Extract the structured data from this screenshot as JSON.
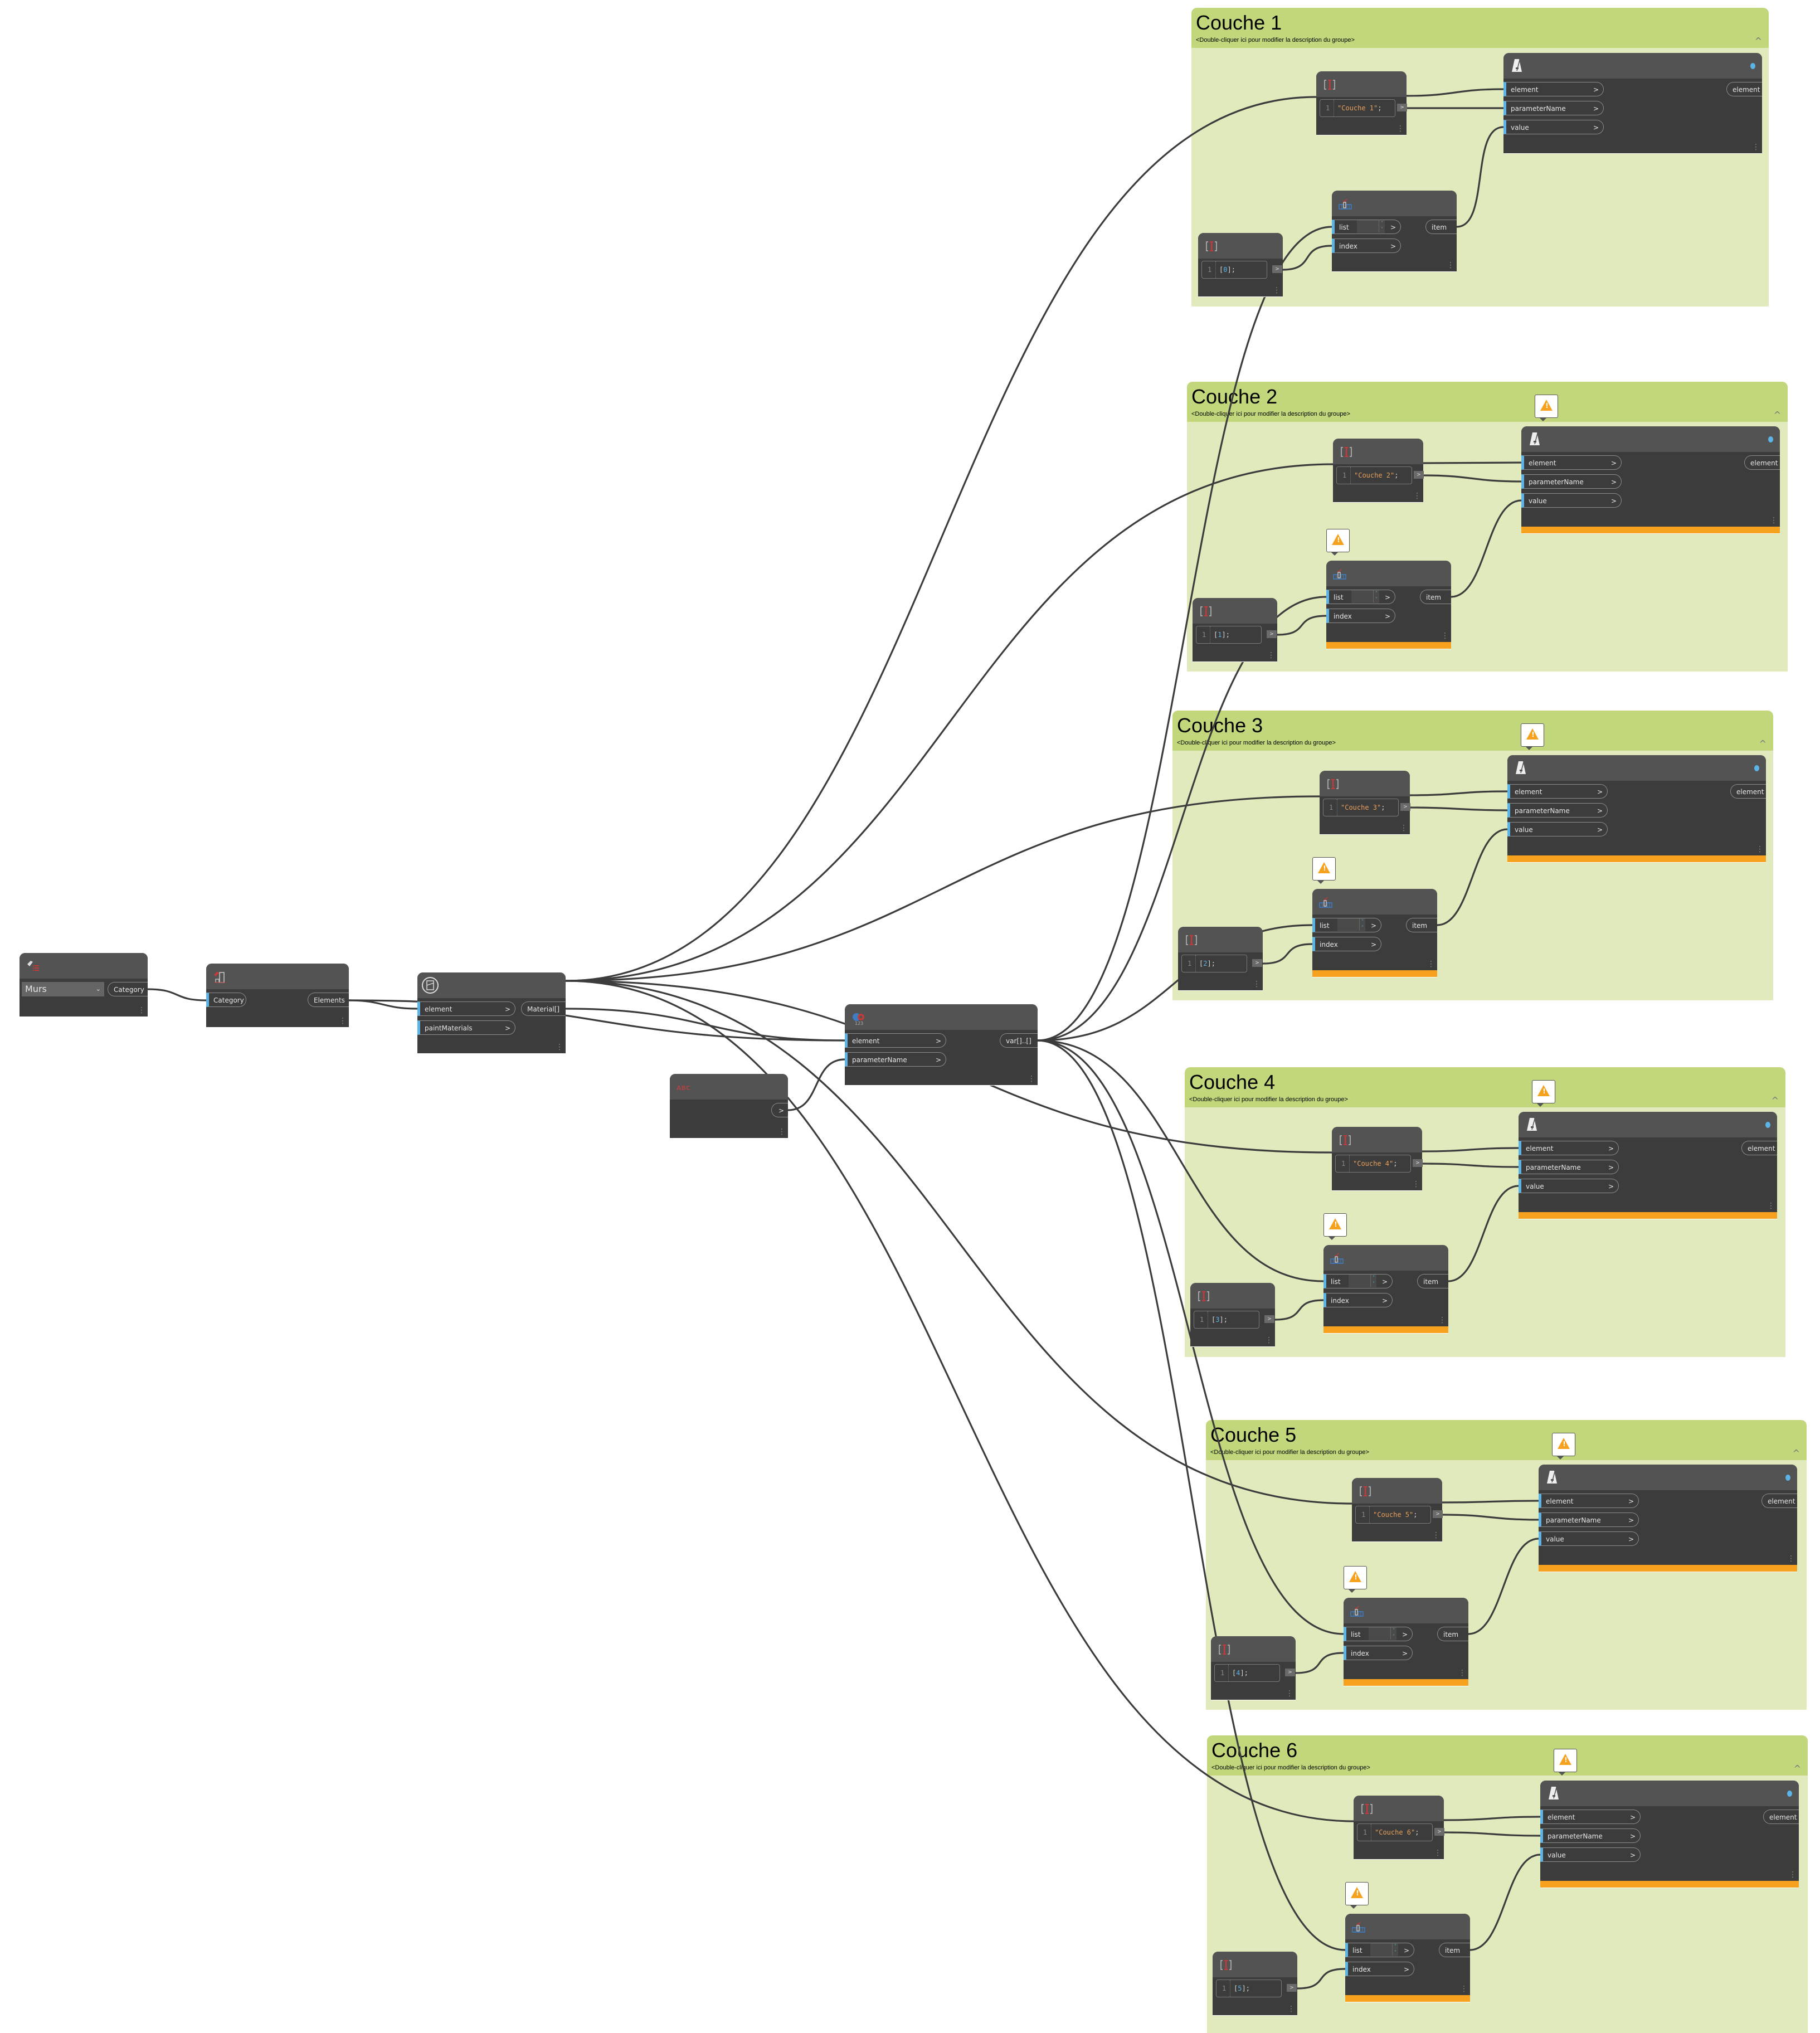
{
  "canvas": {
    "background": "#ffffff",
    "wire_color": "#3c3c3c",
    "group_header_color": "#c2d77c",
    "group_body_color": "#e0eabd",
    "warning_color": "#f6a21e",
    "port_accent": "#5bb4e5"
  },
  "nodes": {
    "categories": {
      "icon": "category-tag-list-icon",
      "selected_value": "Murs",
      "output": "Category"
    },
    "all_elements_of_category": {
      "icon": "elements-of-category-icon",
      "input": "Category",
      "output": "Elements"
    },
    "get_materials": {
      "icon": "element-materials-icon",
      "inputs": [
        "element",
        "paintMaterials"
      ],
      "output": "Material[]"
    },
    "string_input": {
      "icon_label": "ABC",
      "value": "",
      "output": ">"
    },
    "get_parameter_value": {
      "icon": "get-parameter-value-icon",
      "icon_label": "123",
      "inputs": [
        "element",
        "parameterName"
      ],
      "output": "var[]..[]"
    }
  },
  "groups": [
    {
      "title": "Couche 1",
      "description": "<Double-cliquer ici pour modifier la description du groupe>",
      "collapse": "^",
      "param_code_line": "1",
      "param_string": "\"Couche 1\"",
      "index_code_line": "1",
      "index_value": "0",
      "set_param": {
        "inputs": [
          "element",
          "parameterName",
          "value"
        ],
        "output": "element"
      },
      "get_item": {
        "inputs": [
          "list",
          "index"
        ],
        "output": "item"
      },
      "warnings": false
    },
    {
      "title": "Couche 2",
      "description": "<Double-cliquer ici pour modifier la description du groupe>",
      "collapse": "^",
      "param_code_line": "1",
      "param_string": "\"Couche 2\"",
      "index_code_line": "1",
      "index_value": "1",
      "set_param": {
        "inputs": [
          "element",
          "parameterName",
          "value"
        ],
        "output": "element"
      },
      "get_item": {
        "inputs": [
          "list",
          "index"
        ],
        "output": "item"
      },
      "warnings": true
    },
    {
      "title": "Couche 3",
      "description": "<Double-cliquer ici pour modifier la description du groupe>",
      "collapse": "^",
      "param_code_line": "1",
      "param_string": "\"Couche 3\"",
      "index_code_line": "1",
      "index_value": "2",
      "set_param": {
        "inputs": [
          "element",
          "parameterName",
          "value"
        ],
        "output": "element"
      },
      "get_item": {
        "inputs": [
          "list",
          "index"
        ],
        "output": "item"
      },
      "warnings": true
    },
    {
      "title": "Couche 4",
      "description": "<Double-cliquer ici pour modifier la description du groupe>",
      "collapse": "^",
      "param_code_line": "1",
      "param_string": "\"Couche 4\"",
      "index_code_line": "1",
      "index_value": "3",
      "set_param": {
        "inputs": [
          "element",
          "parameterName",
          "value"
        ],
        "output": "element"
      },
      "get_item": {
        "inputs": [
          "list",
          "index"
        ],
        "output": "item"
      },
      "warnings": true
    },
    {
      "title": "Couche 5",
      "description": "<Double-cliquer ici pour modifier la description du groupe>",
      "collapse": "^",
      "param_code_line": "1",
      "param_string": "\"Couche 5\"",
      "index_code_line": "1",
      "index_value": "4",
      "set_param": {
        "inputs": [
          "element",
          "parameterName",
          "value"
        ],
        "output": "element"
      },
      "get_item": {
        "inputs": [
          "list",
          "index"
        ],
        "output": "item"
      },
      "warnings": true
    },
    {
      "title": "Couche 6",
      "description": "<Double-cliquer ici pour modifier la description du groupe>",
      "collapse": "^",
      "param_code_line": "1",
      "param_string": "\"Couche 6\"",
      "index_code_line": "1",
      "index_value": "5",
      "set_param": {
        "inputs": [
          "element",
          "parameterName",
          "value"
        ],
        "output": "element"
      },
      "get_item": {
        "inputs": [
          "list",
          "index"
        ],
        "output": "item"
      },
      "warnings": true
    }
  ]
}
